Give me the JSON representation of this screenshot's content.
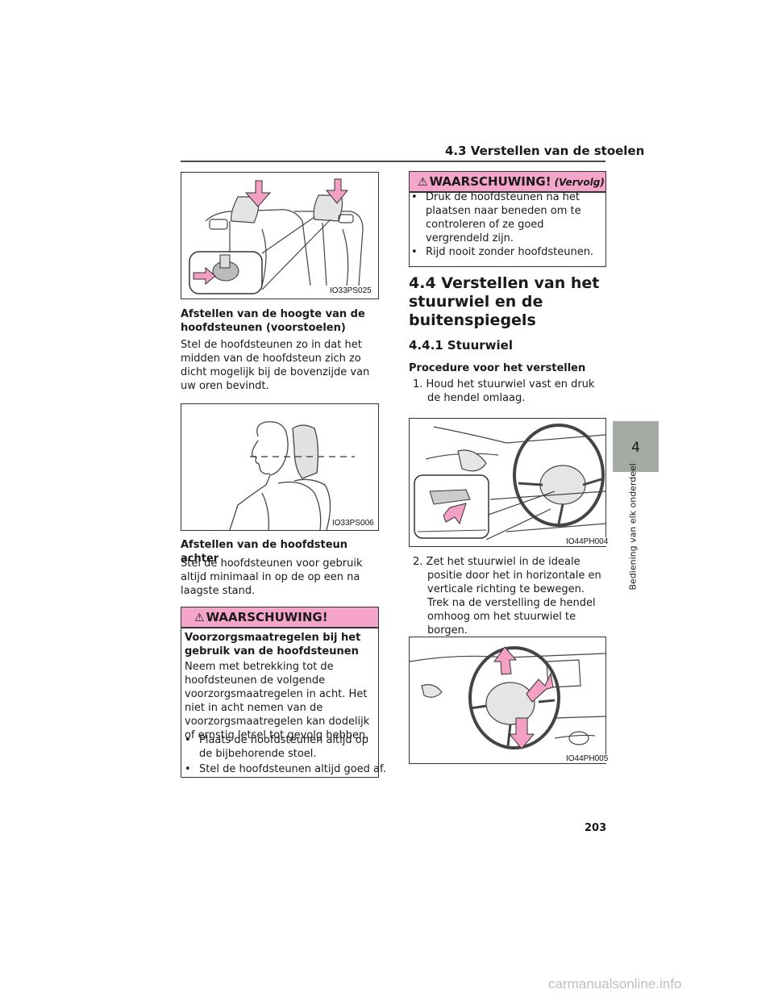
{
  "header": {
    "section_title": "4.3  Verstellen van de stoelen"
  },
  "side_tab": {
    "number": "4",
    "label": "Bediening van elk onderdeel"
  },
  "figures": [
    {
      "code": "IO33PS025"
    },
    {
      "code": "IO33PS006"
    },
    {
      "code": "IO44PH004"
    },
    {
      "code": "IO44PH005"
    }
  ],
  "left": {
    "heading1": "Afstellen van de hoogte van de hoofdsteunen (voorstoelen)",
    "para1": "Stel de hoofdsteunen zo in dat het midden van de hoofdsteun zich zo dicht mogelijk bij de bovenzijde van uw oren bevindt.",
    "heading2": "Afstellen van de hoofdsteun achter",
    "para2": "Stel de hoofdsteunen voor gebruik altijd minimaal in op de op een na laagste stand."
  },
  "warning1": {
    "title": "WAARSCHUWING!",
    "heading": "Voorzorgsmaatregelen bij het gebruik van de hoofdsteunen",
    "body": "Neem met betrekking tot de hoofdsteunen de volgende voorzorgsmaatregelen in acht. Het niet in acht nemen van de voorzorgsmaatregelen kan dodelijk of ernstig letsel tot gevolg hebben.",
    "bullets": [
      "Plaats de hoofdsteunen altijd op de bijbehorende stoel.",
      "Stel de hoofdsteunen altijd goed af."
    ]
  },
  "warning2": {
    "title": "WAARSCHUWING!",
    "continued": "(Vervolg)",
    "bullets": [
      "Druk de hoofdsteunen na het plaatsen naar beneden om te controleren of ze goed vergrendeld zijn.",
      "Rijd nooit zonder hoofdsteunen."
    ]
  },
  "right": {
    "section_title": "4.4  Verstellen van het stuurwiel en de buitenspiegels",
    "subsection_title": "4.4.1  Stuurwiel",
    "procedure_heading": "Procedure voor het verstellen",
    "step1": "1. Houd het stuurwiel vast en druk de hendel omlaag.",
    "step2": "2. Zet het stuurwiel in de ideale positie door het in horizontale en verticale richting te bewegen.",
    "step2_note": "Trek na de verstelling de hendel omhoog om het stuurwiel te borgen."
  },
  "page_number": "203",
  "watermark": "carmanualsonline.info",
  "colors": {
    "warning": "#f5a5c9",
    "tab": "#a3aba4",
    "arrow": "#f3a0c4"
  }
}
